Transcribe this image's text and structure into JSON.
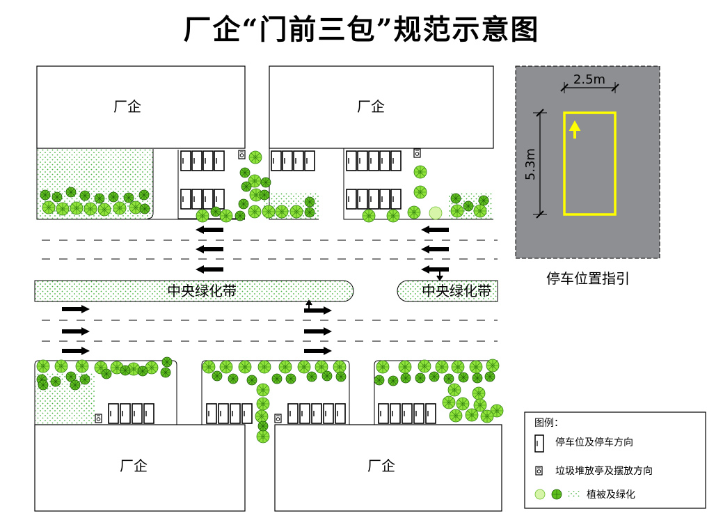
{
  "title": "厂企“门前三包”规范示意图",
  "buildings": {
    "top_left": "厂企",
    "top_middle": "厂企",
    "bottom_left": "厂企",
    "bottom_middle": "厂企"
  },
  "median": {
    "left_label": "中央绿化带",
    "right_label": "中央绿化带"
  },
  "parking_guide": {
    "width_label": "2.5m",
    "length_label": "5.3m",
    "caption": "停车位置指引"
  },
  "legend": {
    "title": "图例：",
    "items": [
      "停车位及停车方向",
      "垃圾堆放亭及摆放方向",
      "植被及绿化"
    ]
  },
  "colors": {
    "tree_light": "#8fe33a",
    "tree_dark": "#5fbf1f",
    "grass_dot": "#41b03a",
    "guide_bg": "#8e8f93",
    "guide_box": "#ffff00",
    "arrow": "#000000"
  }
}
